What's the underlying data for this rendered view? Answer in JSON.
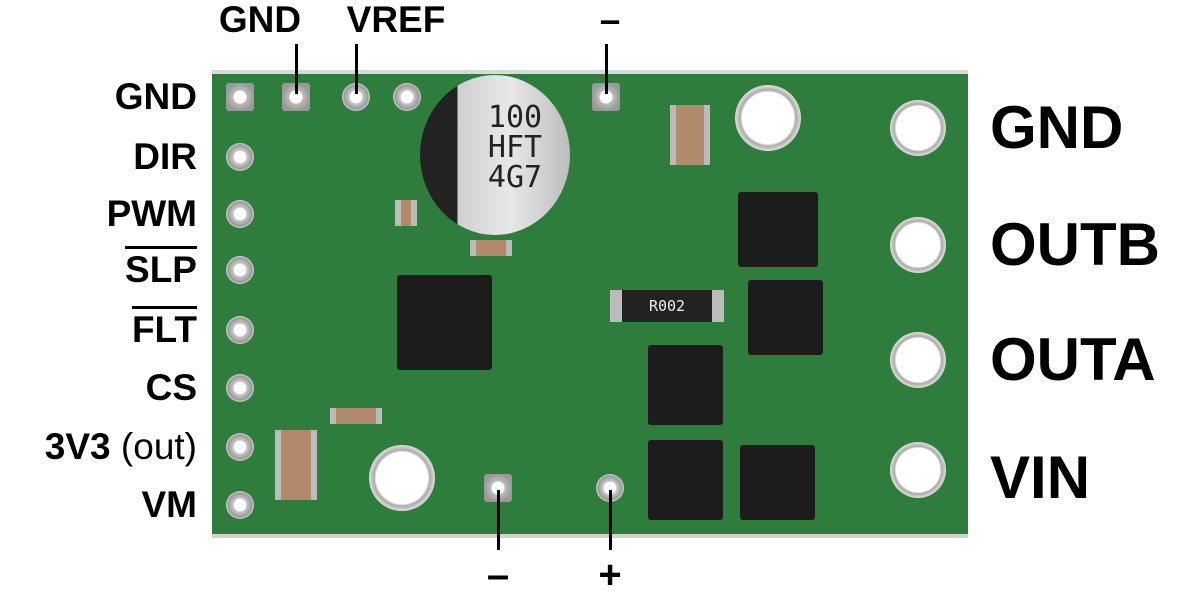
{
  "left_pins": [
    {
      "label": "GND",
      "overline": false
    },
    {
      "label": "DIR",
      "overline": false
    },
    {
      "label": "PWM",
      "overline": false
    },
    {
      "label": "SLP",
      "overline": true
    },
    {
      "label": "FLT",
      "overline": true
    },
    {
      "label": "CS",
      "overline": false
    },
    {
      "label": "3V3",
      "suffix": " (out)",
      "overline": false
    },
    {
      "label": "VM",
      "overline": false
    }
  ],
  "top_pins": [
    "GND",
    "VREF",
    "–"
  ],
  "right_terminals": [
    "GND",
    "OUTB",
    "OUTA",
    "VIN"
  ],
  "bottom_pins": [
    "–",
    "+"
  ],
  "components": {
    "capacitor_marking": [
      "100",
      "HFT",
      "4G7"
    ],
    "shunt_marking": "R002"
  },
  "colors": {
    "board": "#2f7d3c",
    "text": "#000000"
  }
}
